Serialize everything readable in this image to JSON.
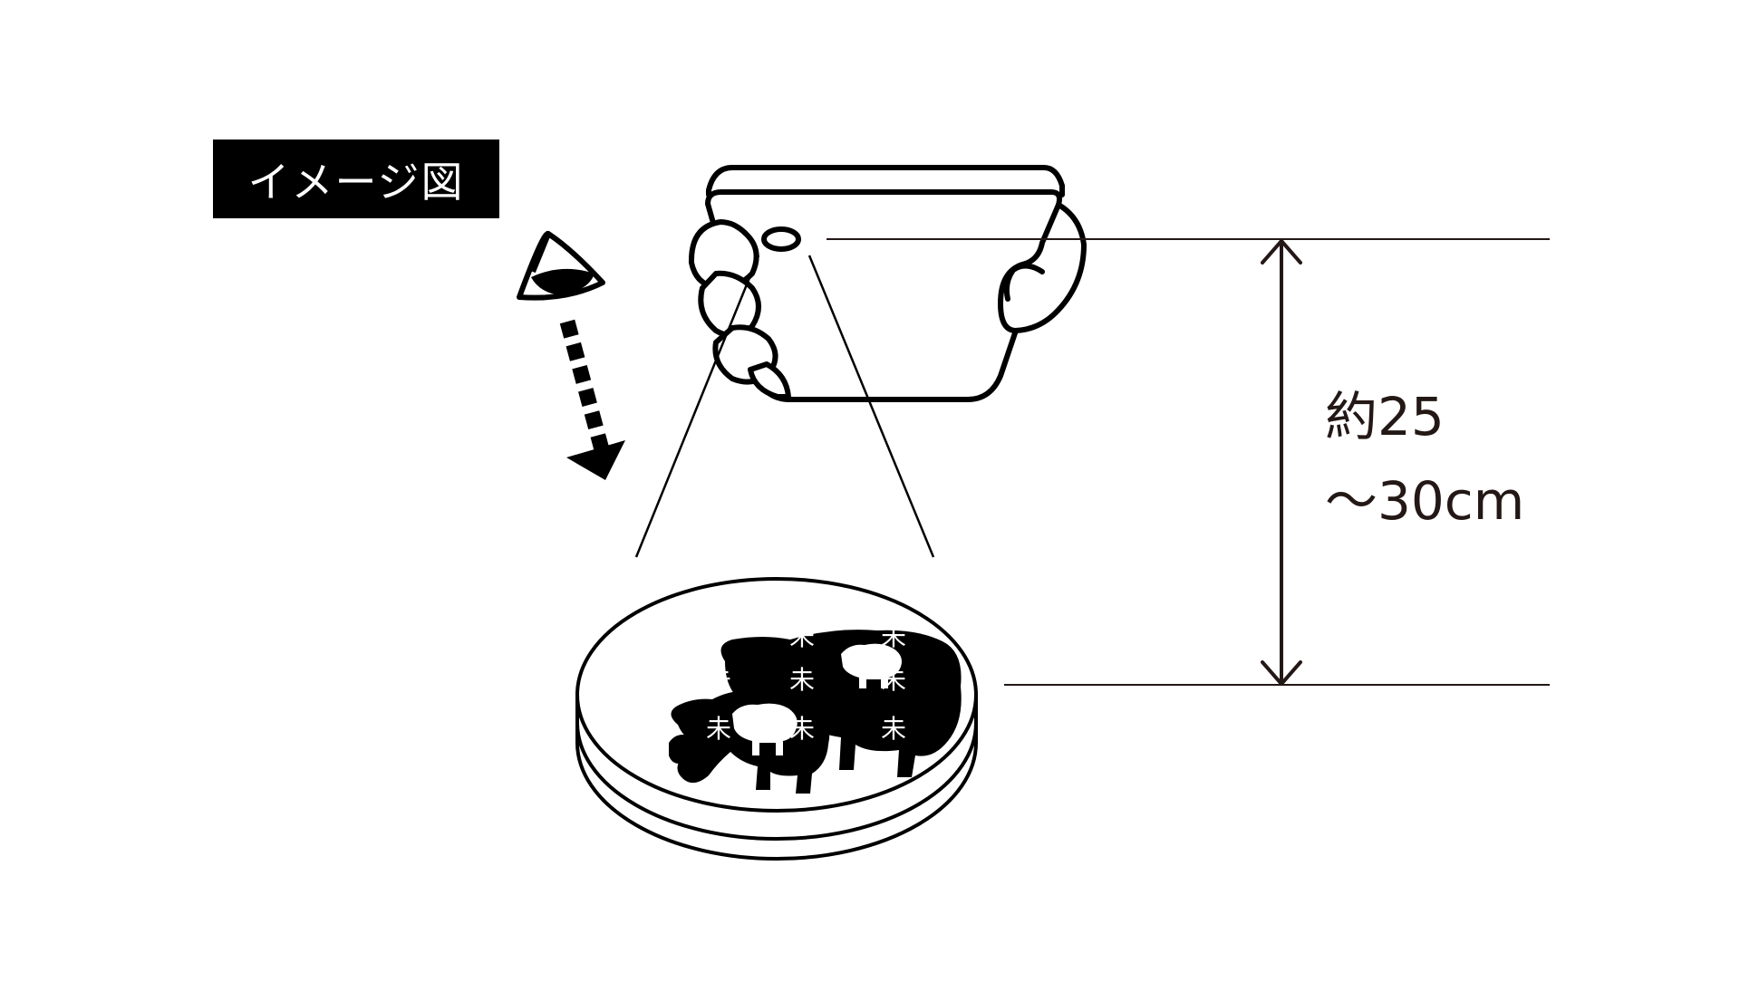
{
  "label": "イメージ図",
  "distance": {
    "line1": "約25",
    "line2": "〜30cm"
  },
  "stamp": {
    "character": "未"
  },
  "icons": {
    "eye": "eye-icon",
    "view_arrow": "dashed-arrow-icon",
    "hands_device": "hands-holding-device-icon",
    "stamp_disc": "stamp-disc-icon",
    "sheep": "sheep-silhouette-icon"
  },
  "colors": {
    "ink": "#000000",
    "label_text": "#231815"
  }
}
